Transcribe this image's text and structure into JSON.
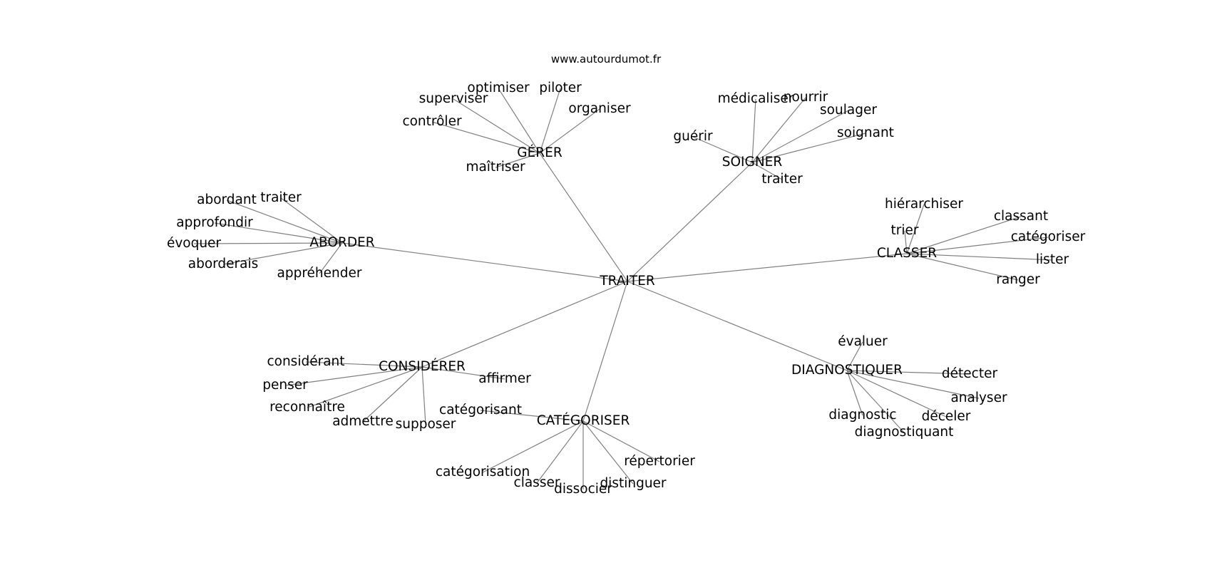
{
  "source": "www.autourdumot.fr",
  "center": "TRAITER",
  "groups": [
    {
      "label": "GÉRER",
      "children": [
        "optimiser",
        "piloter",
        "superviser",
        "organiser",
        "contrôler",
        "maîtriser"
      ]
    },
    {
      "label": "SOIGNER",
      "children": [
        "médicaliser",
        "nourrir",
        "soulager",
        "guérir",
        "soignant",
        "traiter"
      ]
    },
    {
      "label": "ABORDER",
      "children": [
        "abordant",
        "traiter",
        "approfondir",
        "évoquer",
        "aborderais",
        "appréhender"
      ]
    },
    {
      "label": "CLASSER",
      "children": [
        "hiérarchiser",
        "classant",
        "trier",
        "catégoriser",
        "lister",
        "ranger"
      ]
    },
    {
      "label": "CONSIDÉRER",
      "children": [
        "considérant",
        "penser",
        "affirmer",
        "reconnaître",
        "admettre",
        "supposer"
      ]
    },
    {
      "label": "DIAGNOSTIQUER",
      "children": [
        "évaluer",
        "détecter",
        "analyser",
        "diagnostic",
        "déceler",
        "diagnostiquant"
      ]
    },
    {
      "label": "CATÉGORISER",
      "children": [
        "catégorisant",
        "catégorisation",
        "répertorier",
        "classer",
        "dissocier",
        "distinguer"
      ]
    }
  ]
}
